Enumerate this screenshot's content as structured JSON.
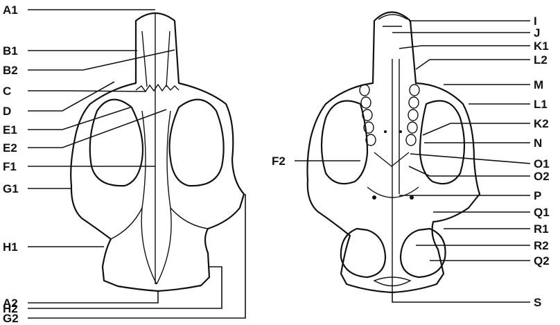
{
  "left_view": {
    "labels": [
      "A1",
      "B1",
      "B2",
      "C",
      "D",
      "E1",
      "E2",
      "F1",
      "G1",
      "H1",
      "A2",
      "H2",
      "G2"
    ]
  },
  "right_view": {
    "left_labels": [
      "F2"
    ],
    "labels": [
      "I",
      "J",
      "K1",
      "L2",
      "M",
      "L1",
      "K2",
      "N",
      "O1",
      "O2",
      "P",
      "Q1",
      "R1",
      "R2",
      "Q2",
      "S"
    ]
  }
}
